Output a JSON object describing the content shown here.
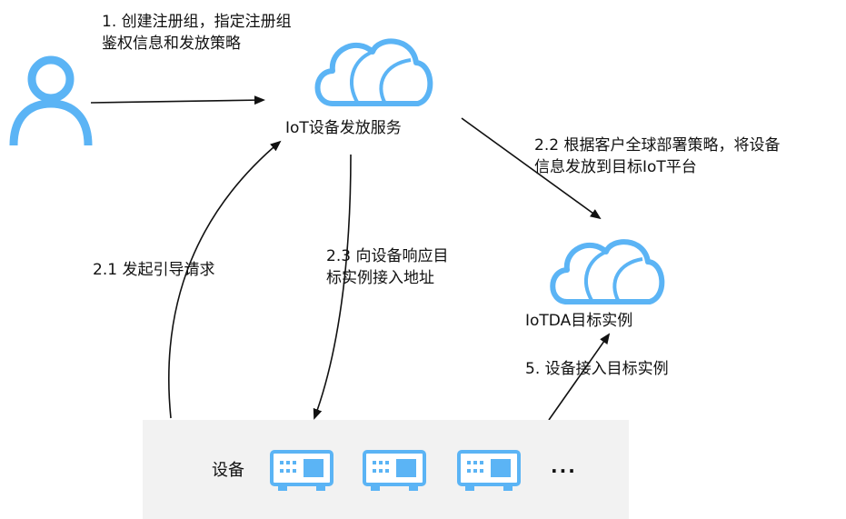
{
  "step1_line1": "1. 创建注册组，指定注册组",
  "step1_line2": "鉴权信息和发放策略",
  "provisioning_label": "IoT设备发放服务",
  "step22_line1": "2.2 根据客户全球部署策略，将设备",
  "step22_line2": "信息发放到目标IoT平台",
  "step21": "2.1 发起引导请求",
  "step23_line1": "2.3 向设备响应目",
  "step23_line2": "标实例接入地址",
  "iotda_label": "IoTDA目标实例",
  "step5": "5. 设备接入目标实例",
  "device_label": "设备",
  "more_label": "···",
  "colors": {
    "icon_blue": "#5bb4f5",
    "panel_gray": "#f2f2f2",
    "arrow": "#111111"
  },
  "icons": [
    "user-icon",
    "cloud-icon",
    "device-icon"
  ]
}
